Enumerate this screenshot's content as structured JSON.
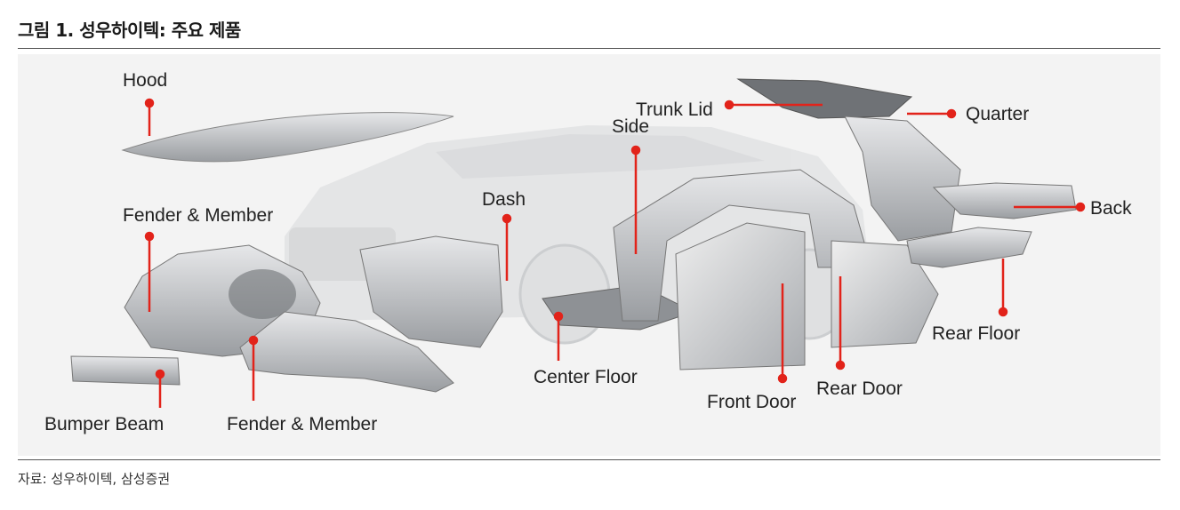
{
  "figure": {
    "title": "그림 1. 성우하이텍: 주요 제품",
    "source": "자료: 성우하이텍, 삼성증권"
  },
  "labels": {
    "hood": "Hood",
    "fender_member_top": "Fender & Member",
    "bumper_beam": "Bumper Beam",
    "fender_member_bottom": "Fender & Member",
    "dash": "Dash",
    "center_floor": "Center Floor",
    "side": "Side",
    "trunk_lid": "Trunk Lid",
    "quarter": "Quarter",
    "back": "Back",
    "rear_floor": "Rear Floor",
    "front_door": "Front Door",
    "rear_door": "Rear Door"
  },
  "colors": {
    "leader": "#e2231a",
    "panel_bg": "#f3f3f3",
    "part_gray": "#bfc2c5"
  }
}
